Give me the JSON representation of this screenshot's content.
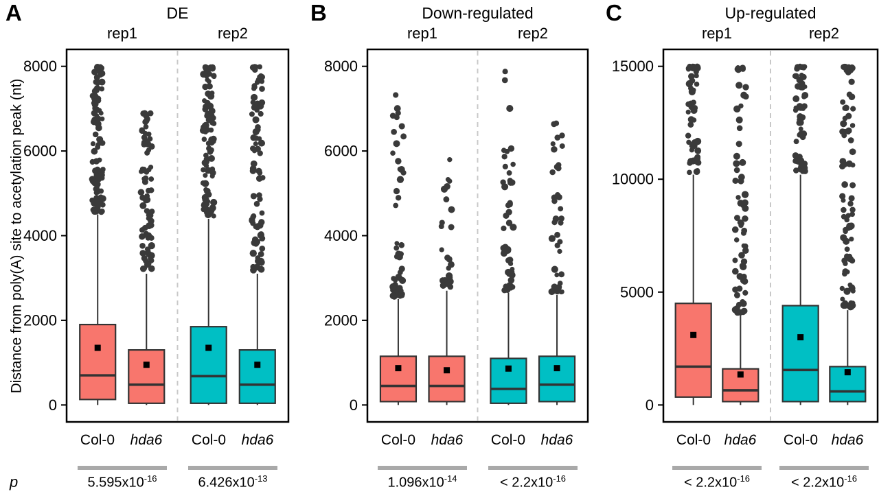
{
  "figure": {
    "ylabel": "Distance from poly(A) site to acetylation peak (nt)",
    "p_axis_label": "p",
    "colors": {
      "rep1_fill": "#F8766D",
      "rep2_fill": "#00BFC4",
      "box_outline": "#333333",
      "outlier_dot": "#3A3A3A",
      "mean_marker": "#000000",
      "divider": "#C8C8C8",
      "p_bar": "#A9A9A9",
      "frame": "#000000"
    }
  },
  "chart_data": [
    {
      "type": "boxplot",
      "panel": "A",
      "title": "DE",
      "groups": [
        "rep1",
        "rep2"
      ],
      "categories": [
        "Col-0",
        "hda6"
      ],
      "ylim": [
        -400,
        8400
      ],
      "yticks": [
        0,
        2000,
        4000,
        6000,
        8000
      ],
      "boxes": [
        {
          "group": "rep1",
          "category": "Col-0",
          "fill": "rep1_fill",
          "whisker_low": 0,
          "q1": 130,
          "median": 700,
          "q3": 1900,
          "mean": 1350,
          "whisker_high": 4500,
          "outliers": {
            "min": 4560,
            "max": 8000,
            "count": 85,
            "skew": 1.3,
            "top_cluster": 10
          }
        },
        {
          "group": "rep1",
          "category": "hda6",
          "fill": "rep1_fill",
          "whisker_low": 0,
          "q1": 40,
          "median": 480,
          "q3": 1300,
          "mean": 950,
          "whisker_high": 3100,
          "outliers": {
            "min": 3160,
            "max": 6900,
            "count": 72,
            "skew": 1.25,
            "top_cluster": 4
          }
        },
        {
          "group": "rep2",
          "category": "Col-0",
          "fill": "rep2_fill",
          "whisker_low": 0,
          "q1": 40,
          "median": 680,
          "q3": 1850,
          "mean": 1350,
          "whisker_high": 4400,
          "outliers": {
            "min": 4460,
            "max": 8000,
            "count": 88,
            "skew": 1.15,
            "top_cluster": 12
          }
        },
        {
          "group": "rep2",
          "category": "hda6",
          "fill": "rep2_fill",
          "whisker_low": 0,
          "q1": 40,
          "median": 480,
          "q3": 1300,
          "mean": 950,
          "whisker_high": 3100,
          "outliers": {
            "min": 3160,
            "max": 8000,
            "count": 78,
            "skew": 1.4,
            "top_cluster": 6
          }
        }
      ],
      "p_values": [
        {
          "prefix": "5.595x10",
          "exp": "-16"
        },
        {
          "prefix": "6.426x10",
          "exp": "-13"
        }
      ]
    },
    {
      "type": "boxplot",
      "panel": "B",
      "title": "Down-regulated",
      "groups": [
        "rep1",
        "rep2"
      ],
      "categories": [
        "Col-0",
        "hda6"
      ],
      "ylim": [
        -400,
        8400
      ],
      "yticks": [
        0,
        2000,
        4000,
        6000,
        8000
      ],
      "boxes": [
        {
          "group": "rep1",
          "category": "Col-0",
          "fill": "rep1_fill",
          "whisker_low": 0,
          "q1": 80,
          "median": 450,
          "q3": 1150,
          "mean": 870,
          "whisker_high": 2500,
          "outliers": {
            "min": 2560,
            "max": 7900,
            "count": 48,
            "skew": 2.2,
            "top_cluster": 0
          }
        },
        {
          "group": "rep1",
          "category": "hda6",
          "fill": "rep1_fill",
          "whisker_low": 0,
          "q1": 80,
          "median": 450,
          "q3": 1150,
          "mean": 820,
          "whisker_high": 2700,
          "outliers": {
            "min": 2760,
            "max": 5900,
            "count": 26,
            "skew": 1.8,
            "top_cluster": 0
          }
        },
        {
          "group": "rep2",
          "category": "Col-0",
          "fill": "rep2_fill",
          "whisker_low": 0,
          "q1": 40,
          "median": 380,
          "q3": 1100,
          "mean": 860,
          "whisker_high": 2650,
          "outliers": {
            "min": 2710,
            "max": 7900,
            "count": 46,
            "skew": 2.3,
            "top_cluster": 1
          }
        },
        {
          "group": "rep2",
          "category": "hda6",
          "fill": "rep2_fill",
          "whisker_low": 0,
          "q1": 80,
          "median": 480,
          "q3": 1150,
          "mean": 870,
          "whisker_high": 2600,
          "outliers": {
            "min": 2660,
            "max": 6700,
            "count": 36,
            "skew": 2.0,
            "top_cluster": 2
          }
        }
      ],
      "p_values": [
        {
          "prefix": "1.096x10",
          "exp": "-14"
        },
        {
          "prefix": "< 2.2x10",
          "exp": "-16"
        }
      ]
    },
    {
      "type": "boxplot",
      "panel": "C",
      "title": "Up-regulated",
      "groups": [
        "rep1",
        "rep2"
      ],
      "categories": [
        "Col-0",
        "hda6"
      ],
      "ylim": [
        -750,
        15750
      ],
      "yticks": [
        0,
        5000,
        10000,
        15000
      ],
      "boxes": [
        {
          "group": "rep1",
          "category": "Col-0",
          "fill": "rep1_fill",
          "whisker_low": 0,
          "q1": 350,
          "median": 1700,
          "q3": 4500,
          "mean": 3100,
          "whisker_high": 10200,
          "outliers": {
            "min": 10300,
            "max": 15000,
            "count": 48,
            "skew": 0.95,
            "top_cluster": 8
          }
        },
        {
          "group": "rep1",
          "category": "hda6",
          "fill": "rep1_fill",
          "whisker_low": 0,
          "q1": 150,
          "median": 650,
          "q3": 1600,
          "mean": 1350,
          "whisker_high": 4000,
          "outliers": {
            "min": 4100,
            "max": 15000,
            "count": 62,
            "skew": 1.9,
            "top_cluster": 6
          }
        },
        {
          "group": "rep2",
          "category": "Col-0",
          "fill": "rep2_fill",
          "whisker_low": 0,
          "q1": 150,
          "median": 1550,
          "q3": 4400,
          "mean": 3000,
          "whisker_high": 10200,
          "outliers": {
            "min": 10300,
            "max": 15000,
            "count": 52,
            "skew": 0.95,
            "top_cluster": 8
          }
        },
        {
          "group": "rep2",
          "category": "hda6",
          "fill": "rep2_fill",
          "whisker_low": 0,
          "q1": 150,
          "median": 600,
          "q3": 1700,
          "mean": 1450,
          "whisker_high": 4200,
          "outliers": {
            "min": 4300,
            "max": 15000,
            "count": 78,
            "skew": 1.6,
            "top_cluster": 8
          }
        }
      ],
      "p_values": [
        {
          "prefix": "< 2.2x10",
          "exp": "-16"
        },
        {
          "prefix": "< 2.2x10",
          "exp": "-16"
        }
      ]
    }
  ]
}
